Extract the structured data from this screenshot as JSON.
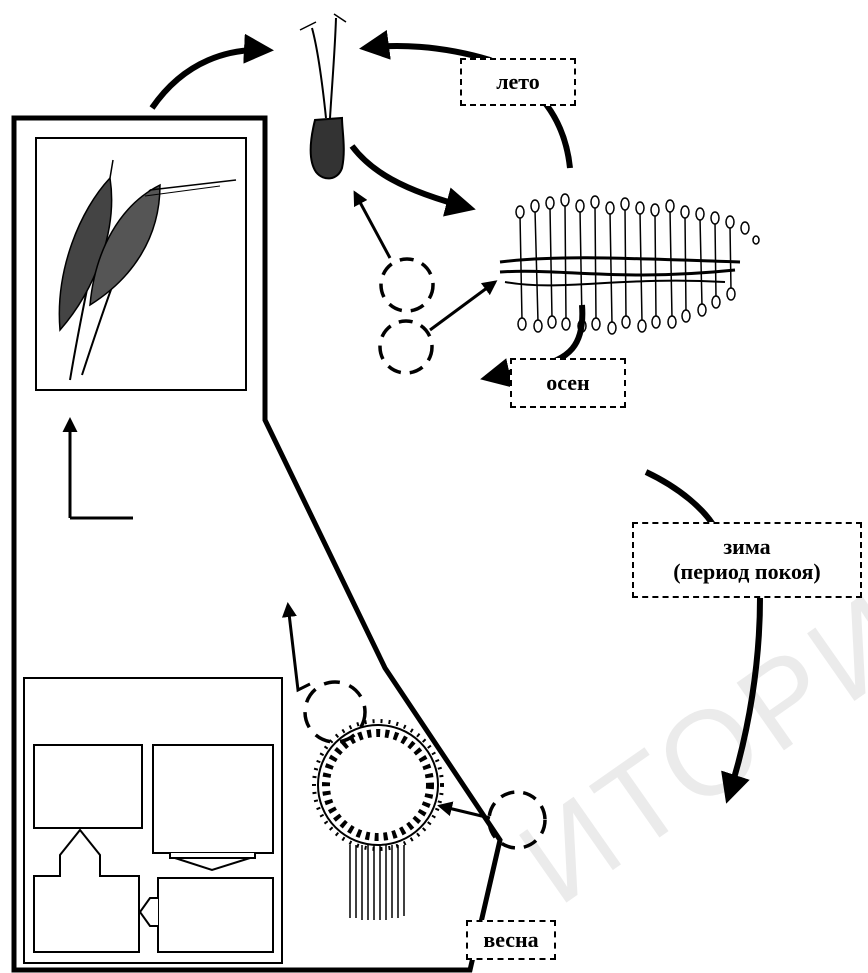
{
  "seasons": {
    "summer": "лето",
    "autumn": "осен",
    "winter": "зима",
    "winter_note": "(период покоя)",
    "spring": "весна"
  },
  "watermark": "ИТОРИЙ ГГ"
}
